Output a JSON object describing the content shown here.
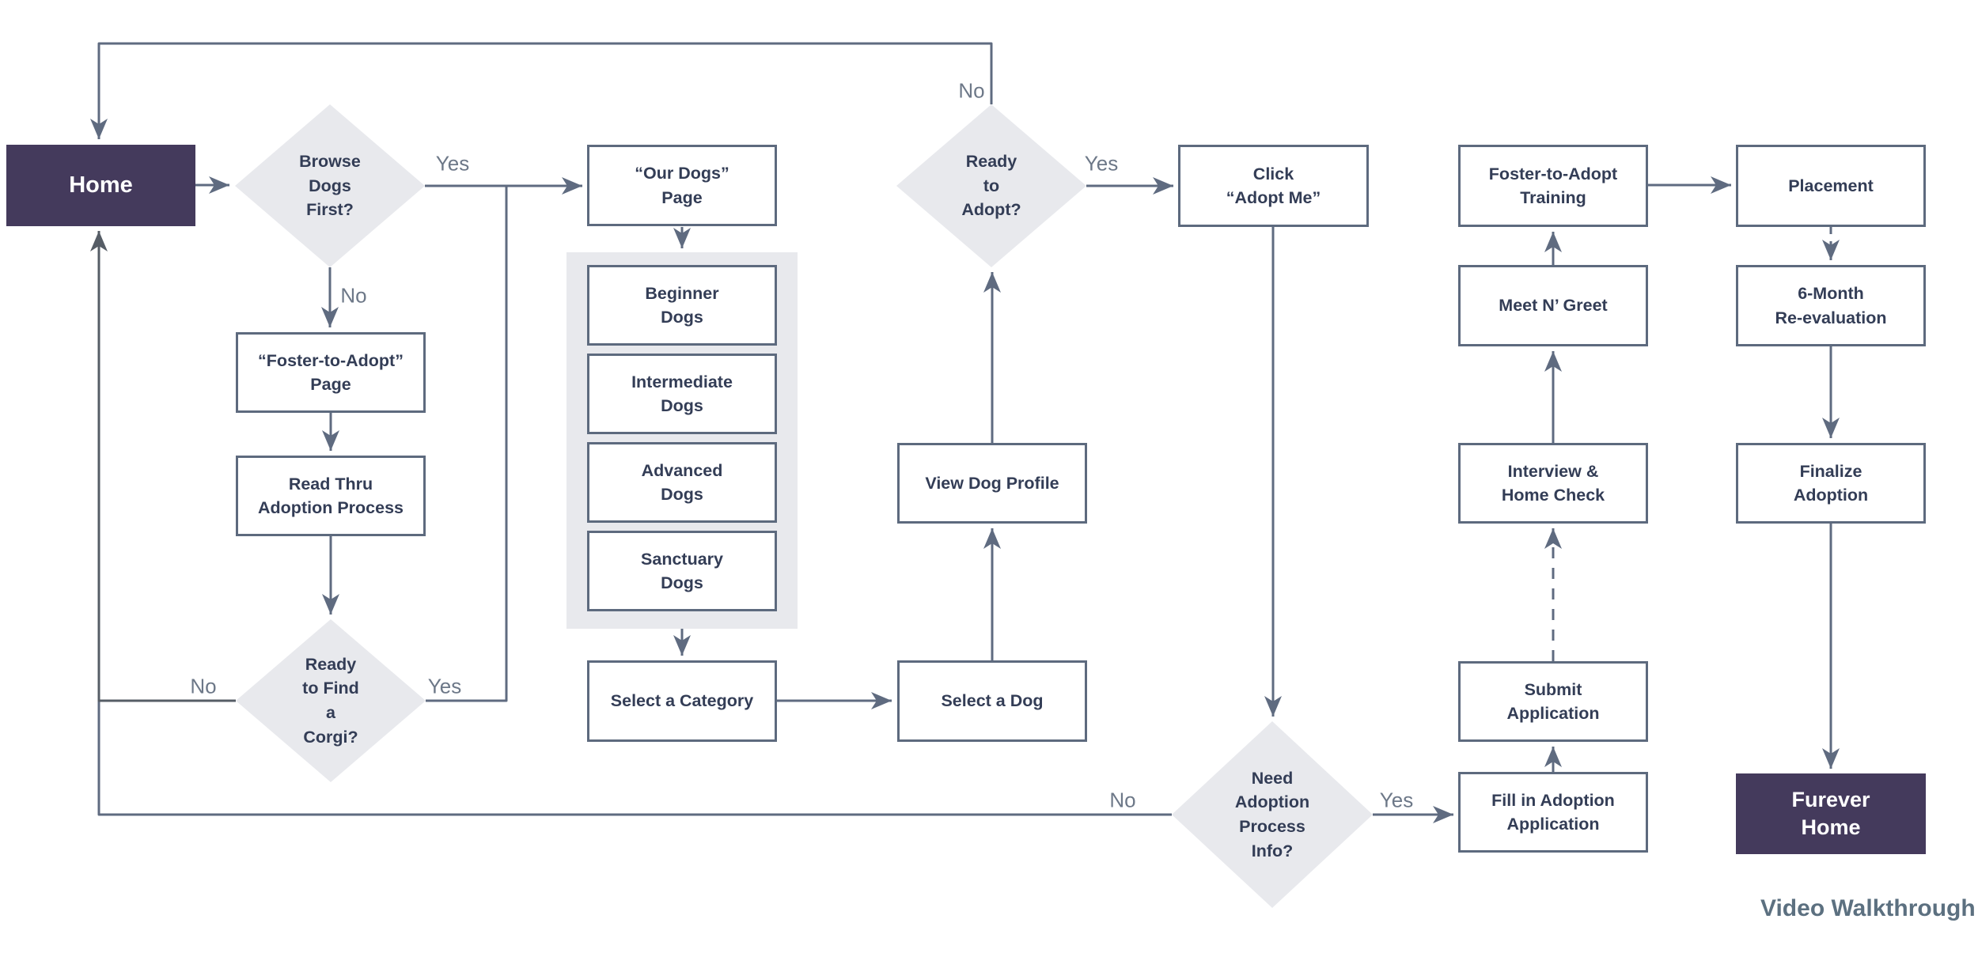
{
  "diagram": {
    "description": "Corgi adoption process flowchart",
    "nodes": {
      "home": {
        "label": "Home",
        "type": "terminal"
      },
      "browse_dogs_first": {
        "label": "Browse\nDogs\nFirst?",
        "type": "decision"
      },
      "our_dogs_page": {
        "label": "“Our Dogs”\nPage",
        "type": "process"
      },
      "foster_to_adopt_page": {
        "label": "“Foster-to-Adopt”\nPage",
        "type": "process"
      },
      "read_thru_adoption_process": {
        "label": "Read Thru\nAdoption Process",
        "type": "process"
      },
      "ready_to_find_a_corgi": {
        "label": "Ready\nto Find\na\nCorgi?",
        "type": "decision"
      },
      "beginner_dogs": {
        "label": "Beginner\nDogs",
        "type": "process"
      },
      "intermediate_dogs": {
        "label": "Intermediate\nDogs",
        "type": "process"
      },
      "advanced_dogs": {
        "label": "Advanced\nDogs",
        "type": "process"
      },
      "sanctuary_dogs": {
        "label": "Sanctuary\nDogs",
        "type": "process"
      },
      "select_a_category": {
        "label": "Select a Category",
        "type": "process"
      },
      "select_a_dog": {
        "label": "Select a Dog",
        "type": "process"
      },
      "view_dog_profile": {
        "label": "View Dog Profile",
        "type": "process"
      },
      "ready_to_adopt": {
        "label": "Ready\nto\nAdopt?",
        "type": "decision"
      },
      "click_adopt_me": {
        "label": "Click\n“Adopt Me”",
        "type": "process"
      },
      "need_adoption_process_info": {
        "label": "Need\nAdoption\nProcess\nInfo?",
        "type": "decision"
      },
      "fill_in_adoption_application": {
        "label": "Fill in Adoption\nApplication",
        "type": "process"
      },
      "submit_application": {
        "label": "Submit\nApplication",
        "type": "process"
      },
      "interview_home_check": {
        "label": "Interview &\nHome Check",
        "type": "process"
      },
      "meet_n_greet": {
        "label": "Meet N’ Greet",
        "type": "process"
      },
      "foster_to_adopt_training": {
        "label": "Foster-to-Adopt\nTraining",
        "type": "process"
      },
      "placement": {
        "label": "Placement",
        "type": "process"
      },
      "six_month_re_evaluation": {
        "label": "6-Month\nRe-evaluation",
        "type": "process"
      },
      "finalize_adoption": {
        "label": "Finalize\nAdoption",
        "type": "process"
      },
      "furever_home": {
        "label": "Furever\nHome",
        "type": "terminal"
      }
    },
    "edge_labels": {
      "browse_yes": "Yes",
      "browse_no": "No",
      "corgi_no": "No",
      "corgi_yes": "Yes",
      "adopt_no": "No",
      "adopt_yes": "Yes",
      "need_no": "No",
      "need_yes": "Yes"
    },
    "edges": [
      {
        "from": "home",
        "to": "browse_dogs_first"
      },
      {
        "from": "browse_dogs_first",
        "to": "our_dogs_page",
        "label": "Yes"
      },
      {
        "from": "browse_dogs_first",
        "to": "foster_to_adopt_page",
        "label": "No"
      },
      {
        "from": "foster_to_adopt_page",
        "to": "read_thru_adoption_process"
      },
      {
        "from": "read_thru_adoption_process",
        "to": "ready_to_find_a_corgi"
      },
      {
        "from": "ready_to_find_a_corgi",
        "to": "home",
        "label": "No"
      },
      {
        "from": "ready_to_find_a_corgi",
        "to": "our_dogs_page",
        "label": "Yes"
      },
      {
        "from": "our_dogs_page",
        "to": "dog_categories"
      },
      {
        "from": "dog_categories",
        "to": "select_a_category"
      },
      {
        "from": "select_a_category",
        "to": "select_a_dog"
      },
      {
        "from": "select_a_dog",
        "to": "view_dog_profile"
      },
      {
        "from": "view_dog_profile",
        "to": "ready_to_adopt"
      },
      {
        "from": "ready_to_adopt",
        "to": "click_adopt_me",
        "label": "Yes"
      },
      {
        "from": "ready_to_adopt",
        "to": "home",
        "label": "No"
      },
      {
        "from": "click_adopt_me",
        "to": "need_adoption_process_info"
      },
      {
        "from": "need_adoption_process_info",
        "to": "fill_in_adoption_application",
        "label": "Yes"
      },
      {
        "from": "need_adoption_process_info",
        "to": "home",
        "label": "No"
      },
      {
        "from": "fill_in_adoption_application",
        "to": "submit_application"
      },
      {
        "from": "submit_application",
        "to": "interview_home_check",
        "style": "dashed"
      },
      {
        "from": "interview_home_check",
        "to": "meet_n_greet"
      },
      {
        "from": "meet_n_greet",
        "to": "foster_to_adopt_training"
      },
      {
        "from": "foster_to_adopt_training",
        "to": "placement"
      },
      {
        "from": "placement",
        "to": "six_month_re_evaluation",
        "style": "dashed"
      },
      {
        "from": "six_month_re_evaluation",
        "to": "finalize_adoption"
      },
      {
        "from": "finalize_adoption",
        "to": "furever_home"
      }
    ],
    "colors": {
      "terminal_fill": "#443a5c",
      "decision_fill": "#e8e9ed",
      "category_container_fill": "#e8e9ed",
      "process_border": "#5d6a7e",
      "connector": "#5f6b80",
      "connector_dark": "#565d66",
      "node_text": "#333d56",
      "edge_label_text": "#6d7888",
      "footer_link_text": "#5c7080"
    },
    "footer": {
      "video_walkthrough_label": "Video Walkthrough",
      "icon": "x-icon"
    }
  }
}
